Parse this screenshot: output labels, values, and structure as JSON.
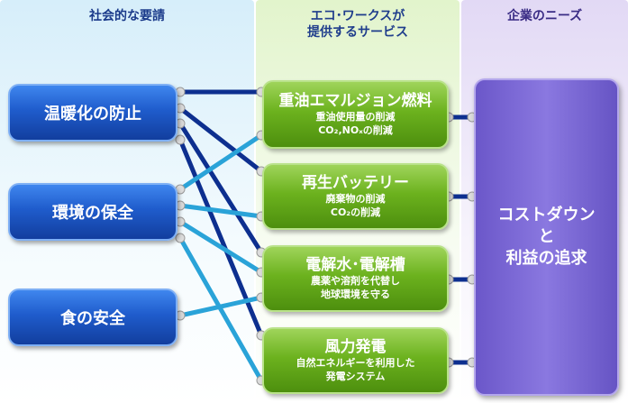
{
  "columns": {
    "society": "社会的な要請",
    "services": "エコ･ワークスが\n提供するサービス",
    "needs": "企業のニーズ"
  },
  "needs_left": [
    {
      "label": "温暖化の防止"
    },
    {
      "label": "環境の保全"
    },
    {
      "label": "食の安全"
    }
  ],
  "services": [
    {
      "title": "重油エマルジョン燃料",
      "sub": "重油使用量の削減\nCO₂,NOₓの削減"
    },
    {
      "title": "再生バッテリー",
      "sub": "廃棄物の削減\nCO₂の削減"
    },
    {
      "title": "電解水･電解槽",
      "sub": "農薬や溶剤を代替し\n地球環境を守る"
    },
    {
      "title": "風力発電",
      "sub": "自然エネルギーを利用した\n発電システム"
    }
  ],
  "company_need": {
    "label": "コストダウン\nと\n利益の追求"
  },
  "colors": {
    "dark_link": "#0d2f8f",
    "light_link": "#2aa3d8",
    "bullet": "#dcdcdc"
  }
}
